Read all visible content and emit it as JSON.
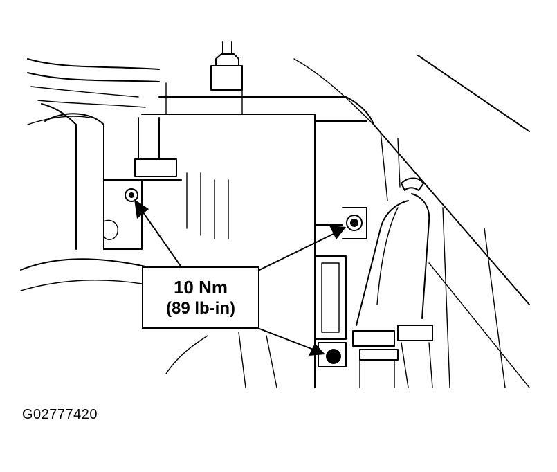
{
  "callout": {
    "torque_metric": "10 Nm",
    "torque_imperial": "(89 lb-in)"
  },
  "figure_id": "G02777420",
  "colors": {
    "ink": "#000000",
    "paper": "#ffffff"
  }
}
